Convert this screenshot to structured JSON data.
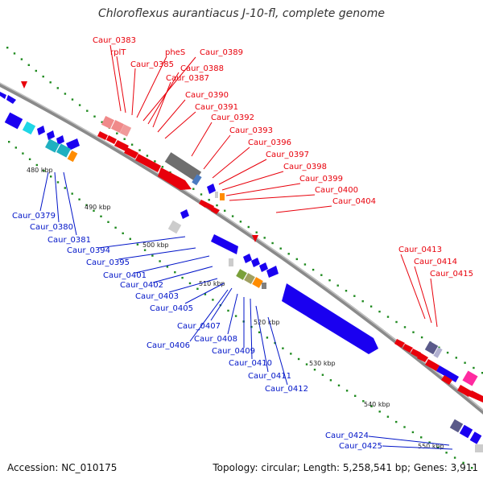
{
  "title": "Chloroflexus aurantiacus J-10-fl, complete genome",
  "footer": {
    "accession": "Accession: NC_010175",
    "summary": "Topology: circular; Length: 5,258,541 bp; Genes: 3,911"
  },
  "colors": {
    "forward_label": "#e8000b",
    "reverse_label": "#0014c8",
    "backbone": "#8a8a8a",
    "tick": "#1f8a1f"
  },
  "scale_labels": [
    "480 kbp",
    "490 kbp",
    "500 kbp",
    "510 kbp",
    "520 kbp",
    "530 kbp",
    "540 kbp",
    "550 kbp"
  ],
  "top_labels": [
    "Caur_0383",
    "rplT",
    "Caur_0385",
    "pheS",
    "Caur_0389",
    "Caur_0388",
    "Caur_0387",
    "Caur_0390",
    "Caur_0391",
    "Caur_0392",
    "Caur_0393",
    "Caur_0396",
    "Caur_0397",
    "Caur_0398",
    "Caur_0399",
    "Caur_0400",
    "Caur_0404",
    "Caur_0413",
    "Caur_0414",
    "Caur_0415"
  ],
  "bottom_labels": [
    "Caur_0379",
    "Caur_0380",
    "Caur_0381",
    "Caur_0394",
    "Caur_0395",
    "Caur_0401",
    "Caur_0402",
    "Caur_0403",
    "Caur_0405",
    "Caur_0407",
    "Caur_0406",
    "Caur_0408",
    "Caur_0409",
    "Caur_0410",
    "Caur_0411",
    "Caur_0412",
    "Caur_0424",
    "Caur_0425"
  ]
}
